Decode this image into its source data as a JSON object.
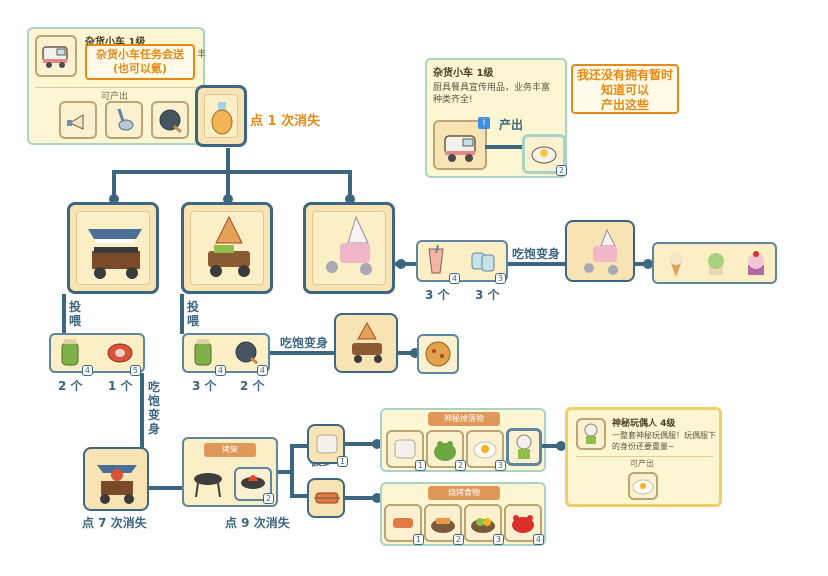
{
  "top_left": {
    "name": "杂货小车 1级",
    "desc_fragment": "丰",
    "section_label": "可产出",
    "note": "杂货小车任务会送\n(也可以氪)"
  },
  "top_right": {
    "name": "杂货小车 1级",
    "desc": "厨具餐具宣传用品，业务丰富种类齐全!",
    "produce_label": "产出",
    "produce_count": "2",
    "note": "我还没有拥有暂时\n知道可以\n产出这些"
  },
  "source": {
    "tap_label": "点 1 次消失"
  },
  "branches": {
    "feed_label": "投喂",
    "transform_label": "吃饱变身",
    "a_counts": [
      "2 个",
      "1 个"
    ],
    "b_counts": [
      "3 个",
      "2 个"
    ],
    "c_counts": [
      "3 个",
      "3 个"
    ],
    "slot_badges": {
      "a1": "4",
      "a2": "5",
      "b1": "4",
      "b2": "4",
      "c1": "4",
      "c2": "3"
    }
  },
  "lower": {
    "tap7": "点 7 次消失",
    "grill_banner": "烤架",
    "tap9": "点 9 次消失",
    "grill_count": "2",
    "chance_label": "极少",
    "chance_count": "1",
    "mystery_banner": "神秘掉落物",
    "mystery_counts": [
      "1",
      "2",
      "3"
    ],
    "bbq_banner": "烧烤食物",
    "bbq_counts": [
      "1",
      "2",
      "3",
      "4"
    ]
  },
  "toy_panel": {
    "name": "神秘玩偶人 4级",
    "desc": "一整套神秘玩偶服！玩偶服下的身份还要重量~",
    "section_label": "可产出"
  },
  "colors": {
    "line": "#3d6680",
    "note": "#e58a16",
    "panel_bg": "#fdf6d2",
    "panel_border": "#a9d3c5"
  }
}
